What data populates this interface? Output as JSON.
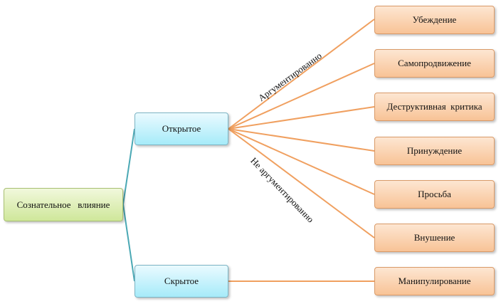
{
  "diagram": {
    "root": {
      "label": "Сознательное   влияние"
    },
    "branches": [
      {
        "label": "Открытое",
        "edge_labels": {
          "upper": "Аргументированно",
          "lower": "Не аргументированно"
        },
        "children": [
          "Убеждение",
          "Самопродвижение",
          "Деструктивная  критика",
          "Принуждение",
          "Просьба",
          "Внушение"
        ]
      },
      {
        "label": "Скрытое",
        "children": [
          "Манипулирование"
        ]
      }
    ],
    "colors": {
      "root_fill": "#cfe79a",
      "mid_fill": "#a6ebf9",
      "leaf_fill": "#f8c396",
      "root_to_mid_line": "#4aa8b4",
      "mid_to_leaf_line": "#f0a060"
    }
  }
}
